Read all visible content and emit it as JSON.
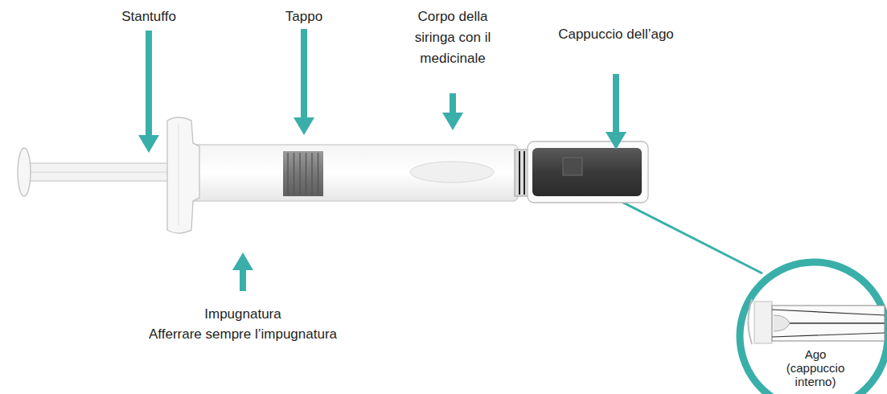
{
  "diagram": {
    "labels": [
      "Stantuffo",
      "Tappo",
      "Corpo della siringa con il medicinale",
      "Cappuccio dell’ago",
      "Impugnatura",
      "Afferrare sempre l’impugnatura",
      "Ago (cappuccio interno)"
    ]
  }
}
